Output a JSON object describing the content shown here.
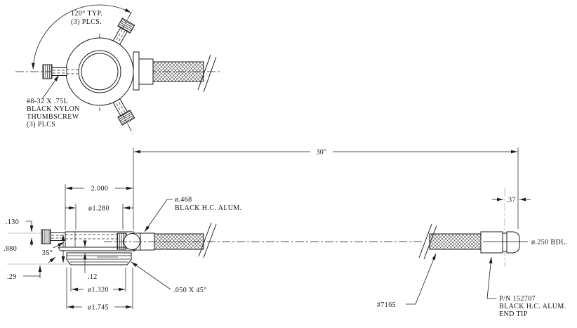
{
  "colors": {
    "line": "#1b1b1b",
    "gray_line": "#b3b3b3",
    "background": "#ffffff"
  },
  "top_view": {
    "angle_note": {
      "line1": "120° TYP.",
      "line2": "(3) PLCS."
    },
    "thumbscrew_note": {
      "line1": "#8-32 X .75L",
      "line2": "BLACK NYLON",
      "line3": "THUMBSCREW",
      "line4": "(3) PLCS"
    }
  },
  "side_view": {
    "overall_length": "30\"",
    "boss_width": "2.000",
    "bore_dia": "ø1.280",
    "offset_130": ".130",
    "height_880": ".880",
    "angle_35": "35°",
    "depth_29": ".29",
    "step_12": ".12",
    "dia_1320": "ø1.320",
    "dia_1745": "ø1.745",
    "chamfer_note": ".050 X 45°",
    "sheath_note": {
      "line1": "ø.468",
      "line2": "BLACK H.C. ALUM."
    },
    "tip_len": ".37",
    "bundle_note": "ø.250 BDL.",
    "braid_pn": "#7165",
    "tip_note": {
      "line1": "P/N 152707",
      "line2": "BLACK H.C. ALUM.",
      "line3": "END TIP"
    }
  }
}
